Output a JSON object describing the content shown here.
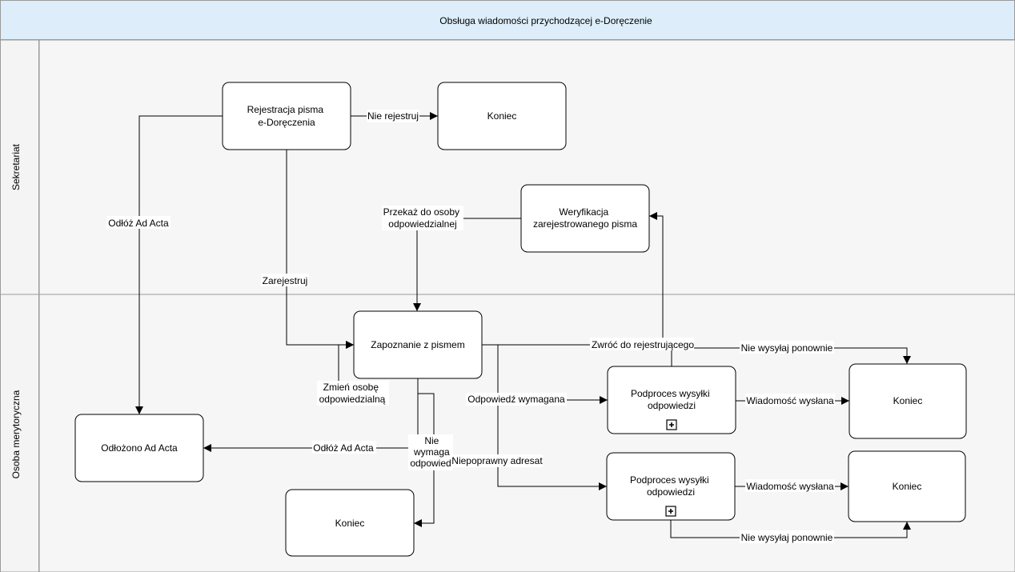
{
  "title": "Obsługa wiadomości przychodzącej e-Doręczenie",
  "lanes": {
    "sekretariat": "Sekretariat",
    "osoba": "Osoba merytoryczna"
  },
  "nodes": {
    "rejestracja": [
      "Rejestracja pisma",
      "e-Doręczenia"
    ],
    "koniec_top": [
      "Koniec"
    ],
    "weryfikacja": [
      "Weryfikacja",
      "zarejestrowanego pisma"
    ],
    "zapoznanie": [
      "Zapoznanie z pismem"
    ],
    "odlozono": [
      "Odłożono Ad Acta"
    ],
    "koniec_bottom": [
      "Koniec"
    ],
    "podproces1": [
      "Podproces wysyłki",
      "odpowiedzi"
    ],
    "podproces2": [
      "Podproces wysyłki",
      "odpowiedzi"
    ],
    "koniec_right1": [
      "Koniec"
    ],
    "koniec_right2": [
      "Koniec"
    ]
  },
  "edges": {
    "nie_rejestruj": [
      "Nie rejestruj"
    ],
    "odloz_top": [
      "Odłóż Ad Acta"
    ],
    "zarejestruj": [
      "Zarejestruj"
    ],
    "przekaz": [
      "Przekaż do osoby",
      "odpowiedzialnej"
    ],
    "zmien": [
      "Zmień osobę",
      "odpowiedzialną"
    ],
    "odloz_bottom": [
      "Odłóż Ad Acta"
    ],
    "nie_wymaga": [
      "Nie",
      "wymaga",
      "odpowied"
    ],
    "niepoprawny": [
      "Niepoprawny adresat"
    ],
    "odpowiedz_wymagana": [
      "Odpowiedź wymagana"
    ],
    "zwroc": [
      "Zwróć do rejestrującego"
    ],
    "nie_wysylaj1": [
      "Nie wysyłaj ponownie"
    ],
    "wiadomosc1": [
      "Wiadomość wysłana"
    ],
    "wiadomosc2": [
      "Wiadomość wysłana"
    ],
    "nie_wysylaj2": [
      "Nie wysyłaj ponownie"
    ]
  },
  "colors": {
    "header_bg": "#ddeefa",
    "lane_label_bg": "#f4f4f4",
    "lane_bg": "#f6f6f6",
    "border": "#9a9a9a",
    "stroke": "#000000"
  },
  "icons": {
    "subprocess_marker": "plus-square-icon"
  }
}
